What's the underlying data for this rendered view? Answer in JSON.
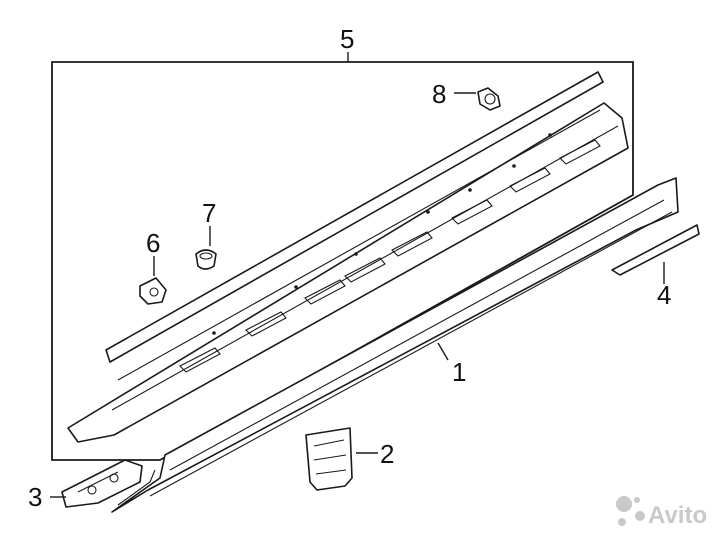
{
  "callouts": {
    "c1": "1",
    "c2": "2",
    "c3": "3",
    "c4": "4",
    "c5": "5",
    "c6": "6",
    "c7": "7",
    "c8": "8"
  },
  "watermark": {
    "text": "Avito",
    "icon": "avito-dots-icon",
    "color": "#c9c9c9"
  },
  "line_color": "#1a1a1a"
}
